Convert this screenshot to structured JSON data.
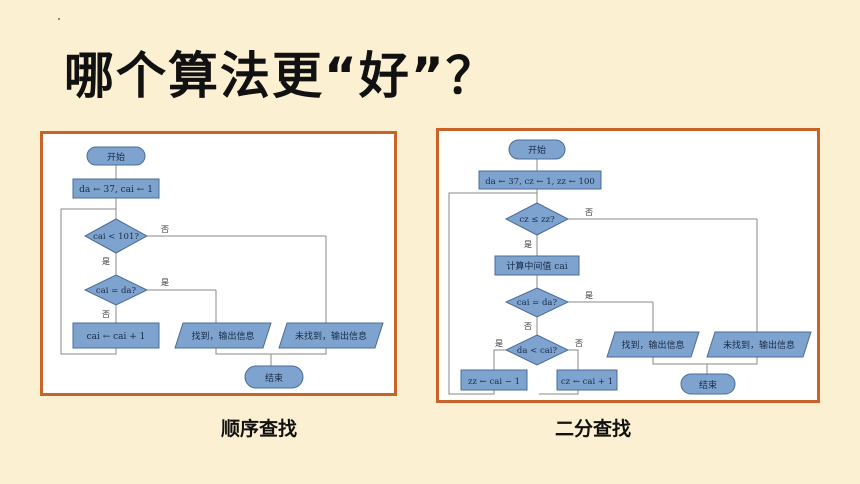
{
  "title": "哪个算法更“好”？",
  "left": {
    "caption": "顺序查找",
    "start": "开始",
    "init": "da ← 37, cai ← 1",
    "cond1": "cai < 101?",
    "cond2": "cai = da?",
    "step": "cai ← cai + 1",
    "found": "找到，输出信息",
    "notfound": "未找到，输出信息",
    "end": "结束",
    "yes": "是",
    "no": "否"
  },
  "right": {
    "caption": "二分查找",
    "start": "开始",
    "init": "da ← 37, cz ← 1, zz ← 100",
    "cond1": "cz ≤ zz?",
    "mid": "计算中间值 cai",
    "cond2": "cai = da?",
    "cond3": "da < cai?",
    "left_step": "zz ← cai − 1",
    "right_step": "cz ← cai + 1",
    "found": "找到，输出信息",
    "notfound": "未找到，输出信息",
    "end": "结束",
    "yes": "是",
    "no": "否"
  }
}
